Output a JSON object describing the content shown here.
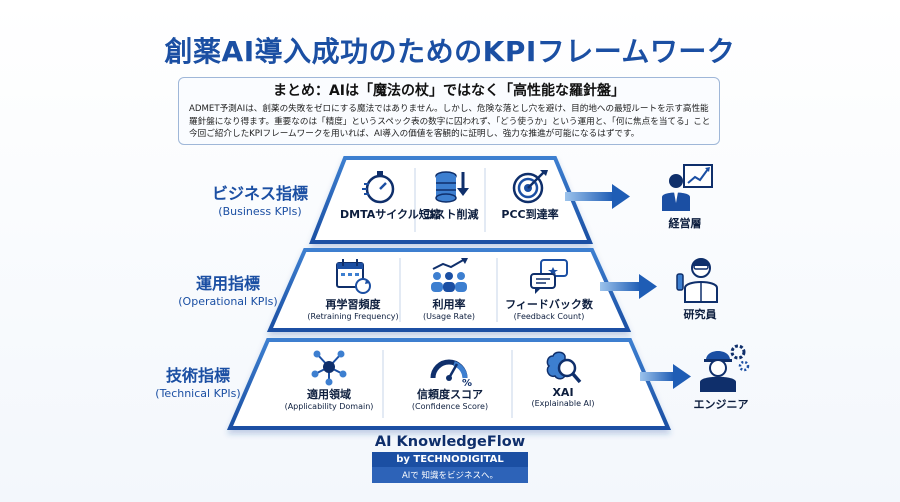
{
  "title": "創薬AI導入成功のためのKPIフレームワーク",
  "summary": {
    "heading": "まとめ：AIは「魔法の杖」ではなく「高性能な羅針盤」",
    "lines": [
      "ADMET予測AIは、創薬の失敗をゼロにする魔法ではありません。しかし、危険な落とし穴を避け、目的地への最短ルートを示す高性能な",
      "羅針盤になり得ます。重要なのは「精度」というスペック表の数字に囚われず、「どう使うか」という運用と、「何に焦点を当てる」ことです。",
      "今回ご紹介したKPIフレームワークを用いれば、AI導入の価値を客観的に証明し、強力な推進が可能になるはずです。"
    ]
  },
  "tiers": [
    {
      "label_jp": "ビジネス指標",
      "label_en": "(Business KPIs)",
      "items": [
        {
          "name": "DMTAサイクル短縮",
          "sub": "",
          "icon": "stopwatch-icon"
        },
        {
          "name": "コスト削減",
          "sub": "",
          "icon": "coin-stack-down-icon"
        },
        {
          "name": "PCC到達率",
          "sub": "",
          "icon": "target-arrow-icon"
        }
      ],
      "role": {
        "name": "経営層",
        "icon": "executive-chart-icon"
      }
    },
    {
      "label_jp": "運用指標",
      "label_en": "(Operational KPIs)",
      "items": [
        {
          "name": "再学習頻度",
          "sub": "(Retraining Frequency)",
          "icon": "calendar-refresh-icon"
        },
        {
          "name": "利用率",
          "sub": "(Usage Rate)",
          "icon": "users-growth-icon"
        },
        {
          "name": "フィードバック数",
          "sub": "(Feedback Count)",
          "icon": "feedback-bubbles-icon"
        }
      ],
      "role": {
        "name": "研究員",
        "icon": "researcher-icon"
      }
    },
    {
      "label_jp": "技術指標",
      "label_en": "(Technical KPIs)",
      "items": [
        {
          "name": "適用領域",
          "sub": "(Applicability Domain)",
          "icon": "network-nodes-icon"
        },
        {
          "name": "信頼度スコア",
          "sub": "(Confidence Score)",
          "icon": "gauge-icon"
        },
        {
          "name": "XAI",
          "sub": "(Explainable AI)",
          "icon": "brain-magnifier-icon"
        }
      ],
      "role": {
        "name": "エンジニア",
        "icon": "engineer-gears-icon"
      }
    }
  ],
  "logo": {
    "brand": "AI KnowledgeFlow",
    "by": "by TECHNODIGITAL",
    "tagline": "AIで 知識をビジネスへ。"
  },
  "colors": {
    "primary": "#1b4fa3",
    "dark": "#0f2f6b",
    "arrow": "#2d6fc4",
    "tier_bg": "#ffffff"
  }
}
